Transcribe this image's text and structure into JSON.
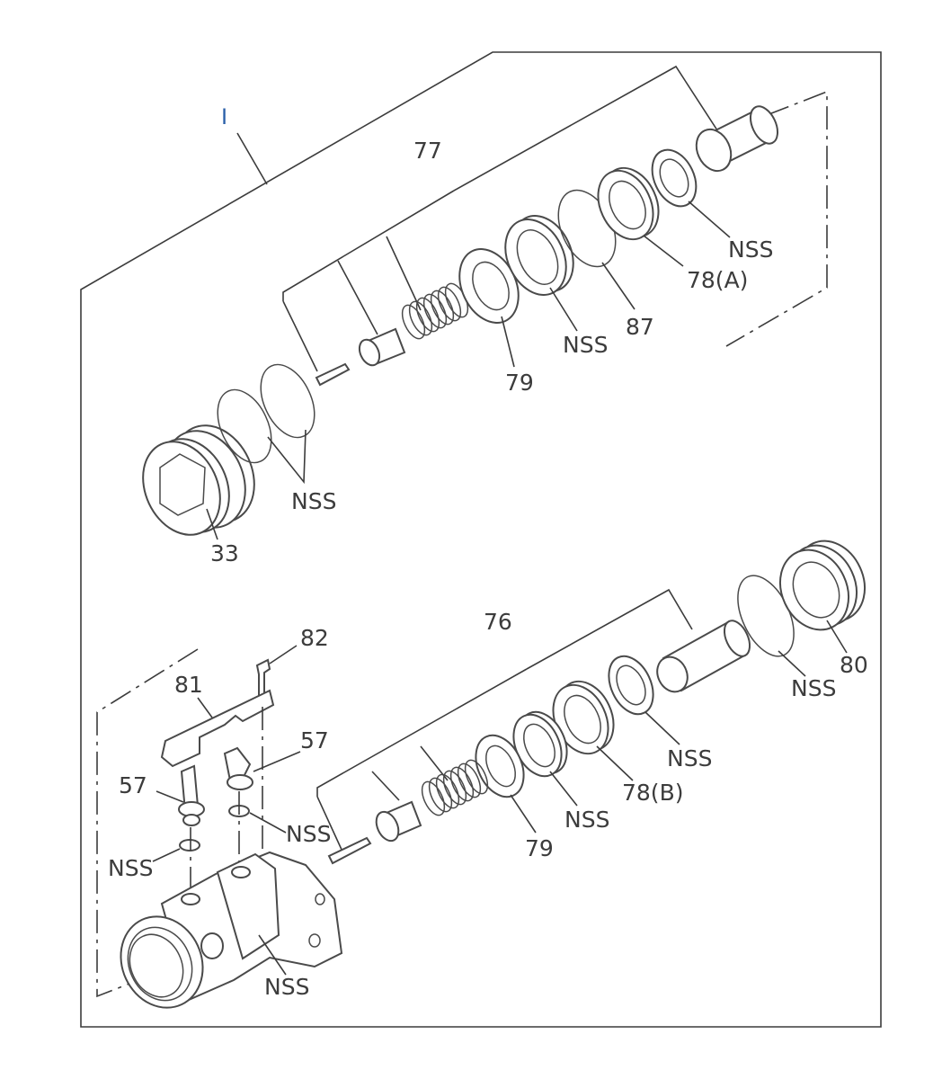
{
  "diagram": {
    "accent_color": "#2a5fa8",
    "line_color": "#3c3c3c",
    "labels": {
      "ref_I": "I",
      "p77": "77",
      "p33": "33",
      "p79_top": "79",
      "p87": "87",
      "p78a": "78(A)",
      "nss_top_seal": "NSS",
      "nss_top_ring": "NSS",
      "nss_orings": "NSS",
      "p76": "76",
      "p80": "80",
      "nss_80": "NSS",
      "p82": "82",
      "p81": "81",
      "p57_right": "57",
      "p57_left": "57",
      "nss_washer_right": "NSS",
      "nss_washer_left": "NSS",
      "p79_bottom": "79",
      "nss_bottom_seal": "NSS",
      "p78b": "78(B)",
      "nss_bottom_ring": "NSS",
      "nss_body": "NSS"
    }
  }
}
